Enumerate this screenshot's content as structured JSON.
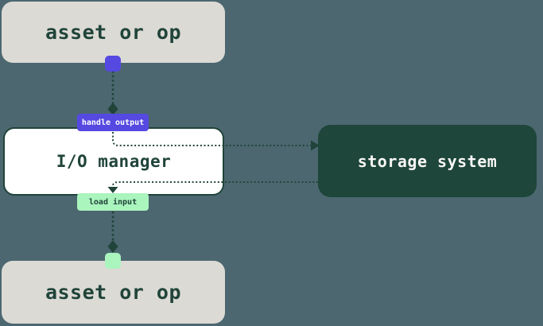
{
  "diagram": {
    "background_color": "#4c6770",
    "connector_color": "#20443a",
    "nodes": {
      "asset_top": {
        "label": "asset or op",
        "fill": "#dcdad5",
        "text_color": "#20443a"
      },
      "io_manager": {
        "label": "I/O manager",
        "fill": "#ffffff",
        "border_color": "#20443a",
        "text_color": "#20443a"
      },
      "storage_system": {
        "label": "storage system",
        "fill": "#1e463a",
        "text_color": "#f7f7f5"
      },
      "asset_bottom": {
        "label": "asset or op",
        "fill": "#dcdad5",
        "text_color": "#20443a"
      }
    },
    "edge_labels": {
      "handle_output": {
        "label": "handle output",
        "fill": "#5549e1",
        "text_color": "#ffffff"
      },
      "load_input": {
        "label": "load input",
        "fill": "#aaf4bd",
        "text_color": "#20443a"
      }
    },
    "ports": {
      "output_port_color": "#5549e1",
      "input_port_color": "#aaf4bd"
    }
  }
}
